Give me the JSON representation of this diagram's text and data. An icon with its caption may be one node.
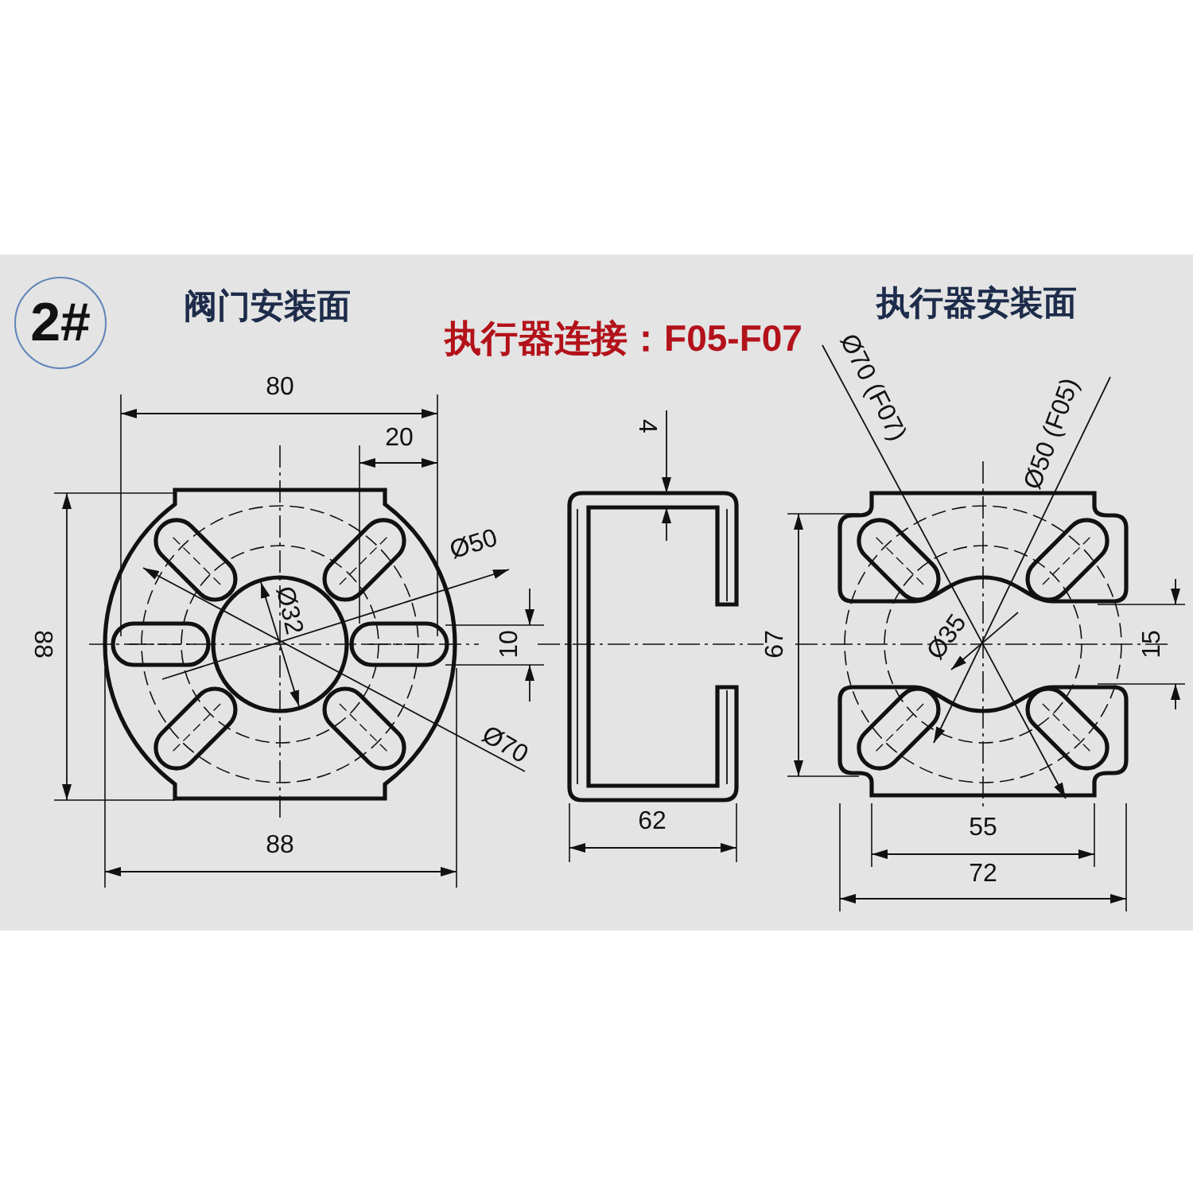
{
  "diagram": {
    "labels": [
      "2#",
      "阀门安装面",
      "执行器连接：F05-F07",
      "执行器安装面",
      "80",
      "20",
      "Ø50",
      "Ø32",
      "10",
      "88",
      "Ø70",
      "88",
      "4",
      "62",
      "Ø70 (F07)",
      "Ø50 (F05)",
      "67",
      "Ø35",
      "15",
      "55",
      "72"
    ]
  }
}
